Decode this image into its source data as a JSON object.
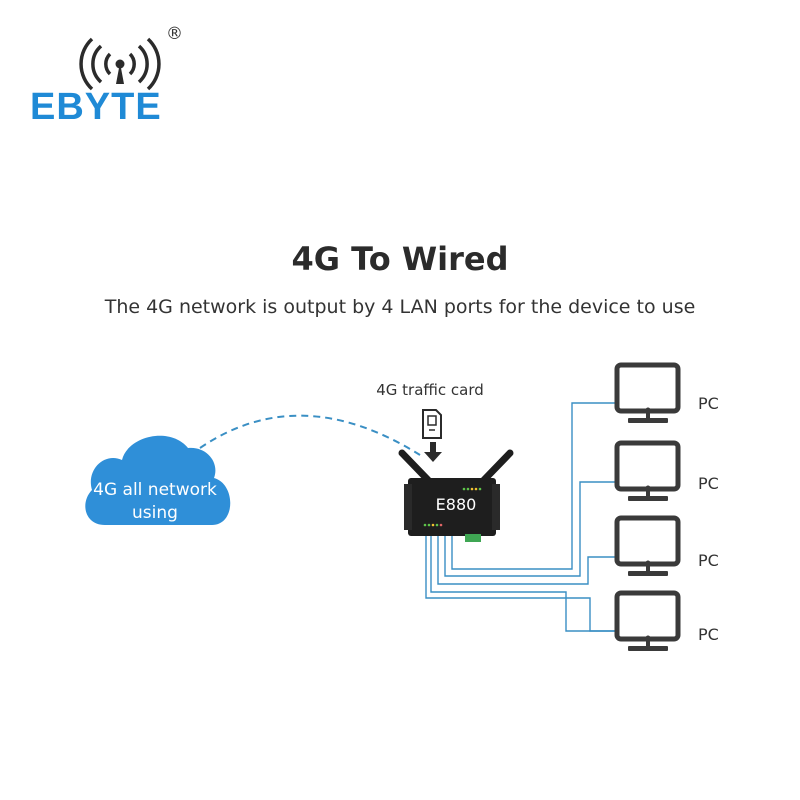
{
  "brand": {
    "name": "EBYTE",
    "registered_mark": "®",
    "accent_color": "#1f8ad6"
  },
  "header": {
    "title": "4G To Wired",
    "subtitle": "The 4G network is output by 4 LAN ports for the device to use"
  },
  "cloud": {
    "label_line1": "4G all network",
    "label_line2": "using",
    "color": "#2f8fd8"
  },
  "sim": {
    "label": "4G traffic card"
  },
  "device": {
    "model": "E880",
    "body_color": "#1e1e1e"
  },
  "pcs": [
    {
      "label": "PC"
    },
    {
      "label": "PC"
    },
    {
      "label": "PC"
    },
    {
      "label": "PC"
    }
  ],
  "link_color": "#3a8fc4",
  "wireless_link_color": "#3a8fc4"
}
